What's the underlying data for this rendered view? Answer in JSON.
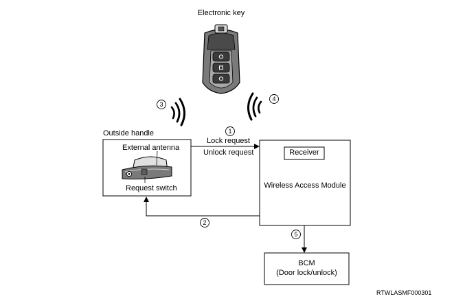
{
  "title": "Electronic key",
  "outside_handle": {
    "label": "Outside handle",
    "external_antenna": "External antenna",
    "request_switch": "Request switch"
  },
  "signal_1": {
    "number": "1",
    "lock_request": "Lock request",
    "unlock_request": "Unlock request"
  },
  "signal_2": {
    "number": "2"
  },
  "signal_3": {
    "number": "3"
  },
  "signal_4": {
    "number": "4"
  },
  "signal_5": {
    "number": "5"
  },
  "wireless_module": {
    "receiver": "Receiver",
    "label": "Wireless Access Module"
  },
  "bcm": {
    "label": "BCM",
    "sub": "(Door lock/unlock)"
  },
  "figure_id": "RTWLASMF000301"
}
